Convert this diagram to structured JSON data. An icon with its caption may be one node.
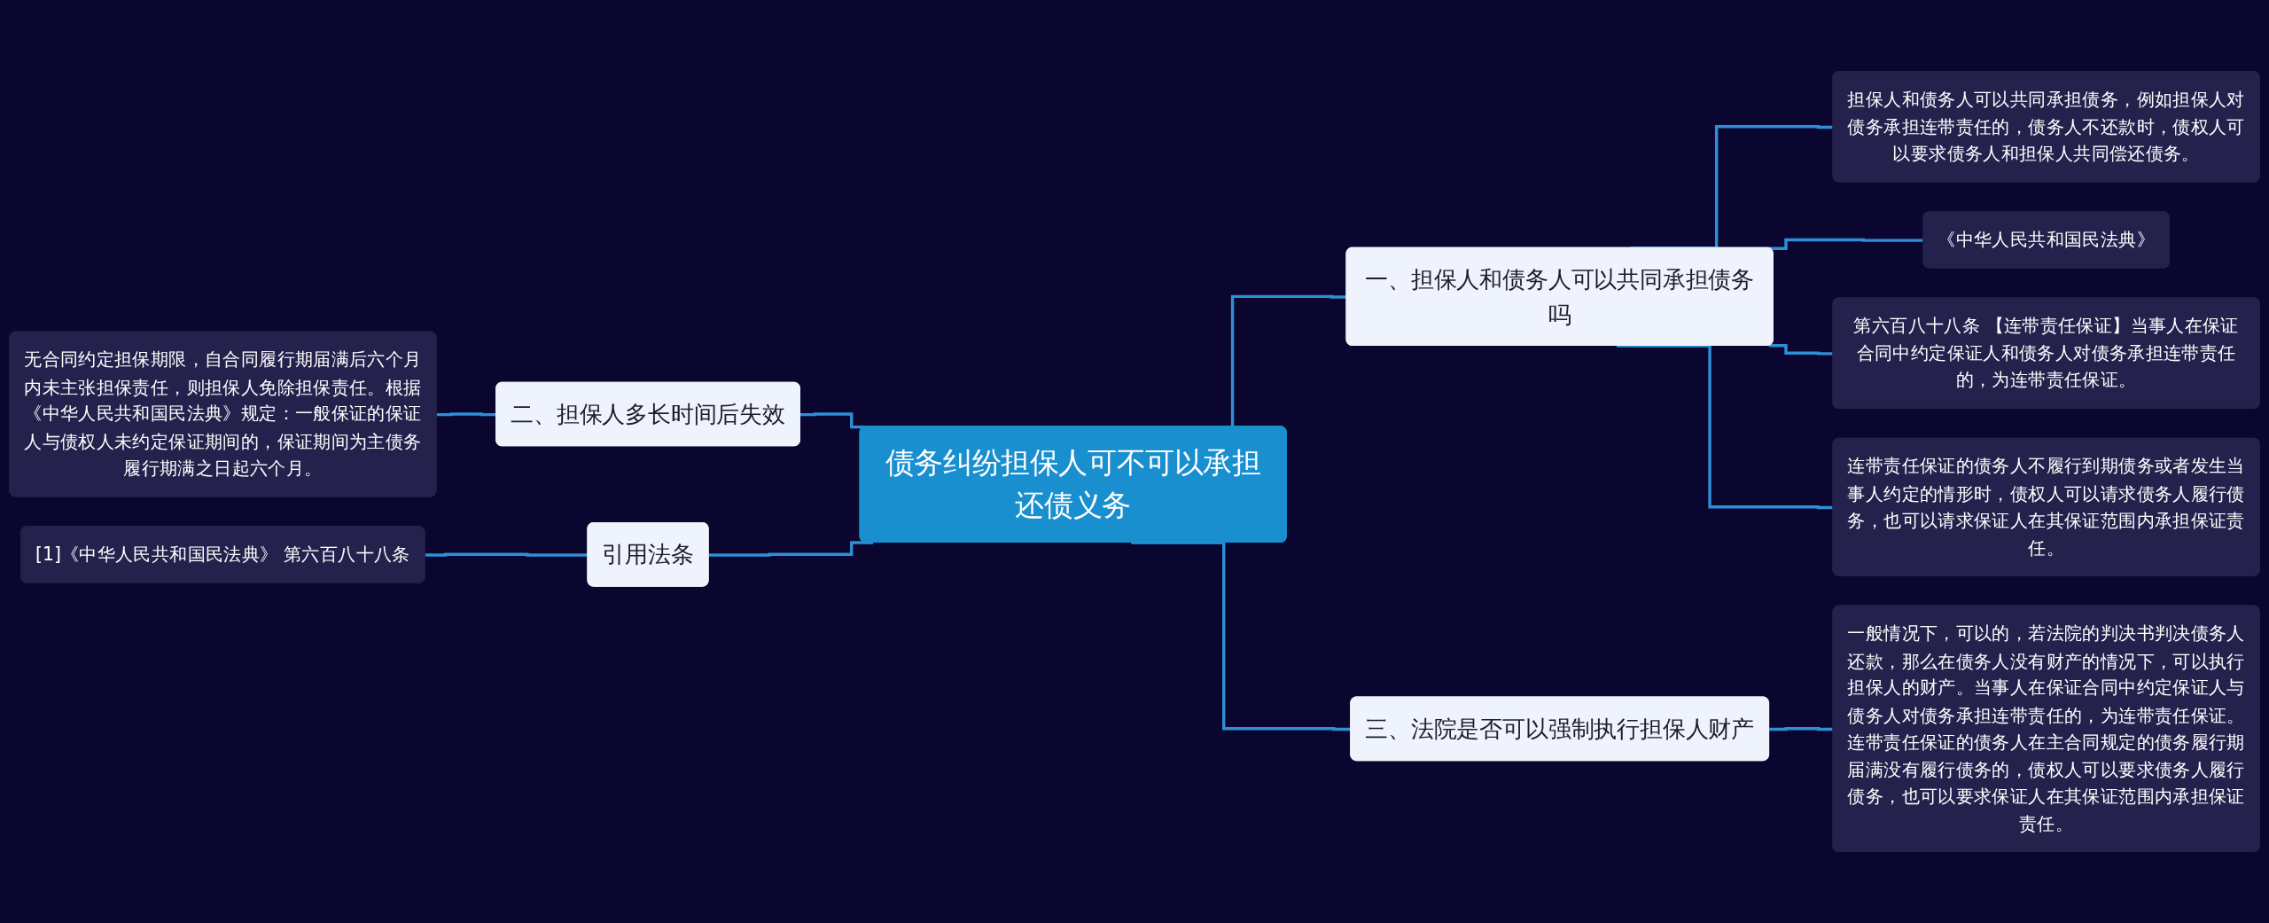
{
  "diagram": {
    "nodes": [
      {
        "text": [
          "债务纠纷担保人可不可以承担还债义务"
        ]
      },
      {
        "text": [
          "一、担保人和债务人可以共同承担债务吗"
        ]
      },
      {
        "text": [
          "担保人和债务人可以共同承担债务，例如担保人对债务承担连带责任的，债务人不还款时，债权人可以要求债务人和担保人共同偿还债务。"
        ]
      },
      {
        "text": [
          "《中华人民共和国民法典》"
        ]
      },
      {
        "text": [
          "第六百八十八条 【连带责任保证】当事人在保证合同中约定保证人和债务人对债务承担连带责任的，为连带责任保证。"
        ]
      },
      {
        "text": [
          "连带责任保证的债务人不履行到期债务或者发生当事人约定的情形时，债权人可以请求债务人履行债务，也可以请求保证人在其保证范围内承担保证责任。"
        ]
      },
      {
        "text": [
          "三、法院是否可以强制执行担保人财产"
        ]
      },
      {
        "text": [
          "一般情况下，可以的，若法院的判决书判决债务人还款，那么在债务人没有财产的情况下，可以执行担保人的财产。当事人在保证合同中约定保证人与债务人对债务承担连带责任的，为连带责任保证。连带责任保证的债务人在主合同规定的债务履行期届满没有履行债务的，债权人可以要求债务人履行债务，也可以要求保证人在其保证范围内承担保证责任。"
        ]
      },
      {
        "text": [
          "二、担保人多长时间后失效"
        ]
      },
      {
        "text": [
          "无合同约定担保期限，自合同履行期届满后六个月内未主张担保责任，则担保人免除担保责任。根据《中华人民共和国民法典》规定：一般保证的保证人与债权人未约定保证期间的，保证期间为主债务履行期满之日起六个月。"
        ]
      },
      {
        "text": [
          "引用法条"
        ]
      },
      {
        "text": [
          "[1]《中华人民共和国民法典》 第六百八十八条"
        ]
      }
    ],
    "edges": [
      {
        "from": 0,
        "to": 1,
        "arrow": "none"
      },
      {
        "from": 1,
        "to": 2,
        "arrow": "none"
      },
      {
        "from": 1,
        "to": 3,
        "arrow": "none"
      },
      {
        "from": 1,
        "to": 4,
        "arrow": "none"
      },
      {
        "from": 1,
        "to": 5,
        "arrow": "none"
      },
      {
        "from": 0,
        "to": 6,
        "arrow": "none"
      },
      {
        "from": 6,
        "to": 7,
        "arrow": "none"
      },
      {
        "from": 0,
        "to": 8,
        "arrow": "none"
      },
      {
        "from": 8,
        "to": 9,
        "arrow": "none"
      },
      {
        "from": 0,
        "to": 10,
        "arrow": "none"
      },
      {
        "from": 10,
        "to": 11,
        "arrow": "none"
      }
    ]
  }
}
